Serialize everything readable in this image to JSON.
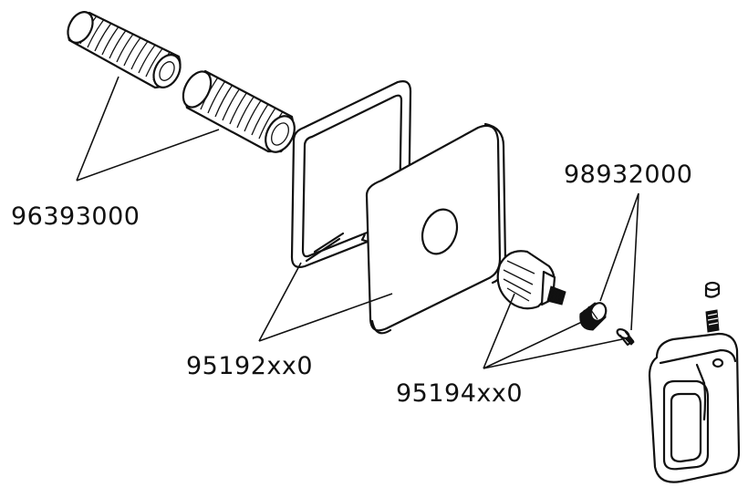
{
  "labels": {
    "sleeves": "96393000",
    "cover_plate": "95192xx0",
    "valve_set": "95194xx0",
    "screws": "98932000"
  }
}
